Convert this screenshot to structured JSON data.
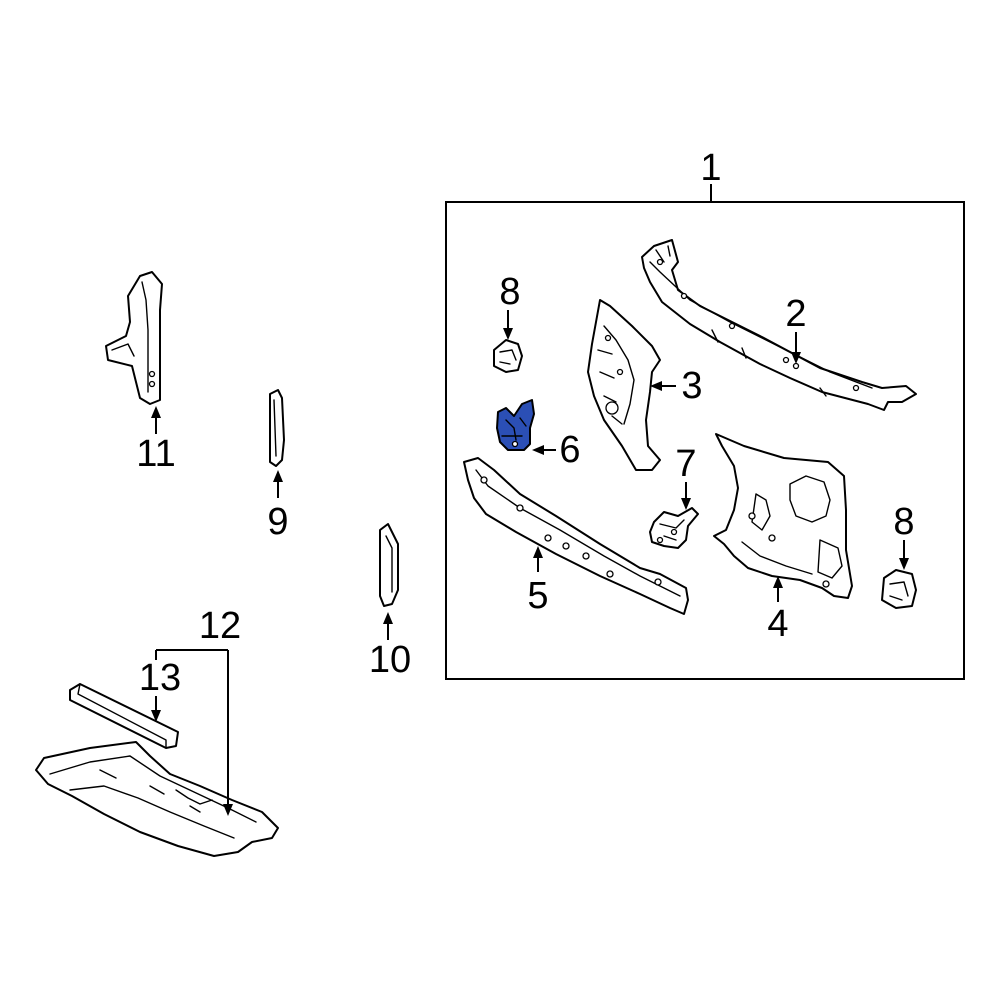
{
  "callouts": {
    "c1": "1",
    "c2": "2",
    "c3": "3",
    "c4": "4",
    "c5": "5",
    "c6": "6",
    "c7": "7",
    "c8a": "8",
    "c8b": "8",
    "c9": "9",
    "c10": "10",
    "c11": "11",
    "c12": "12",
    "c13": "13"
  },
  "highlight": {
    "part": "6",
    "color": "#2B4FB5"
  },
  "colors": {
    "line": "#000000",
    "background": "#FFFFFF"
  }
}
